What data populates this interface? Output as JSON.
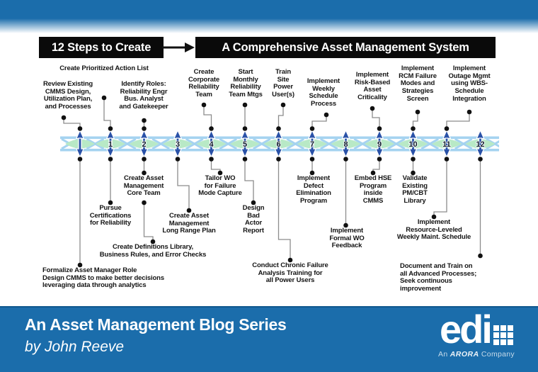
{
  "header": {
    "box1": "12 Steps to Create",
    "box2": "A Comprehensive Asset Management System"
  },
  "timeline": {
    "numbers": [
      "1",
      "2",
      "3",
      "4",
      "5",
      "6",
      "7",
      "8",
      "9",
      "10",
      "11",
      "12"
    ]
  },
  "top_labels": {
    "t0": "Review Existing\nCMMS Design,\nUtilization Plan,\nand Processes",
    "t1": "Create Prioritized Action List",
    "t2": "Identify Roles:\nReliability Engr\nBus. Analyst\nand Gatekeeper",
    "t4": "Create\nCorporate\nReliability\nTeam",
    "t5": "Start\nMonthly\nReliability\nTeam Mtgs",
    "t6": "Train\nSite\nPower\nUser(s)",
    "t7": "Implement\nWeekly\nSchedule\nProcess",
    "t9": "Implement\nRisk-Based\nAsset\nCriticality",
    "t10": "Implement\nRCM Failure\nModes and\nStrategies\nScreen",
    "t11": "Implement\nOutage Mgmt\nusing WBS-\nSchedule\nIntegration"
  },
  "bottom_labels": {
    "b0": "Formalize Asset Manager Role\nDesign CMMS to make better decisions\nleveraging data through analytics",
    "b1": "Pursue\nCertifications\nfor Reliability",
    "b2": "Create Asset\nManagement\nCore Team",
    "b2b": "Create Definitions Library,\nBusiness Rules, and Error Checks",
    "b3": "Create Asset\nManagement\nLong Range Plan",
    "b4": "Tailor WO\nfor Failure\nMode Capture",
    "b5": "Design\nBad\nActor\nReport",
    "b6": "Conduct Chronic Failure\nAnalysis Training for\nall Power Users",
    "b7": "Implement\nDefect\nElimination\nProgram",
    "b8": "Implement\nFormal WO\nFeedback",
    "b9": "Embed HSE\nProgram\ninside\nCMMS",
    "b10": "Validate\nExisting\nPM/CBT\nLibrary",
    "b11": "Implement\nResource-Leveled\nWeekly Maint. Schedule",
    "b12": "Document and Train on\nall Advanced Processes;\nSeek continuous\nimprovement"
  },
  "footer": {
    "series_title": "An Asset Management Blog Series",
    "byline": "by John Reeve",
    "logo_word": "edi",
    "tagline_an": "An ",
    "tagline_brand": "ARORA",
    "tagline_company": " Company"
  },
  "colors": {
    "brand_blue": "#1b6dab",
    "arrow_blue": "#2a52a8",
    "band_blue": "#a5d3f0",
    "lens_green": "#b8e9c6",
    "header_black": "#0a0a0a"
  }
}
